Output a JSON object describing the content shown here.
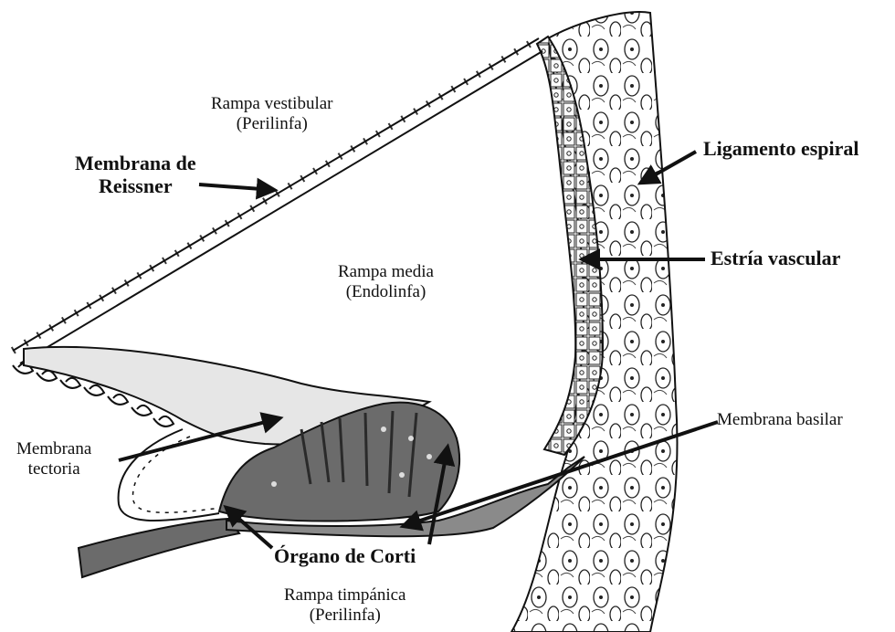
{
  "labels": {
    "rampa_vestibular": {
      "line1": "Rampa vestibular",
      "line2": "(Perilinfa)"
    },
    "membrana_reissner": {
      "line1": "Membrana de",
      "line2": "Reissner"
    },
    "ligamento_espiral": "Ligamento espiral",
    "rampa_media": {
      "line1": "Rampa media",
      "line2": "(Endolinfa)"
    },
    "estria_vascular": "Estría vascular",
    "membrana_basilar": "Membrana basilar",
    "membrana_tectoria": {
      "line1": "Membrana",
      "line2": "tectoria"
    },
    "organo_corti": "Órgano de Corti",
    "rampa_timpanica": {
      "line1": "Rampa timpánica",
      "line2": "(Perilinfa)"
    }
  },
  "colors": {
    "outline": "#111111",
    "tissue_dark": "#6b6b6b",
    "tissue_light": "#e6e6e6",
    "bone_fill": "#f4f4f4"
  }
}
